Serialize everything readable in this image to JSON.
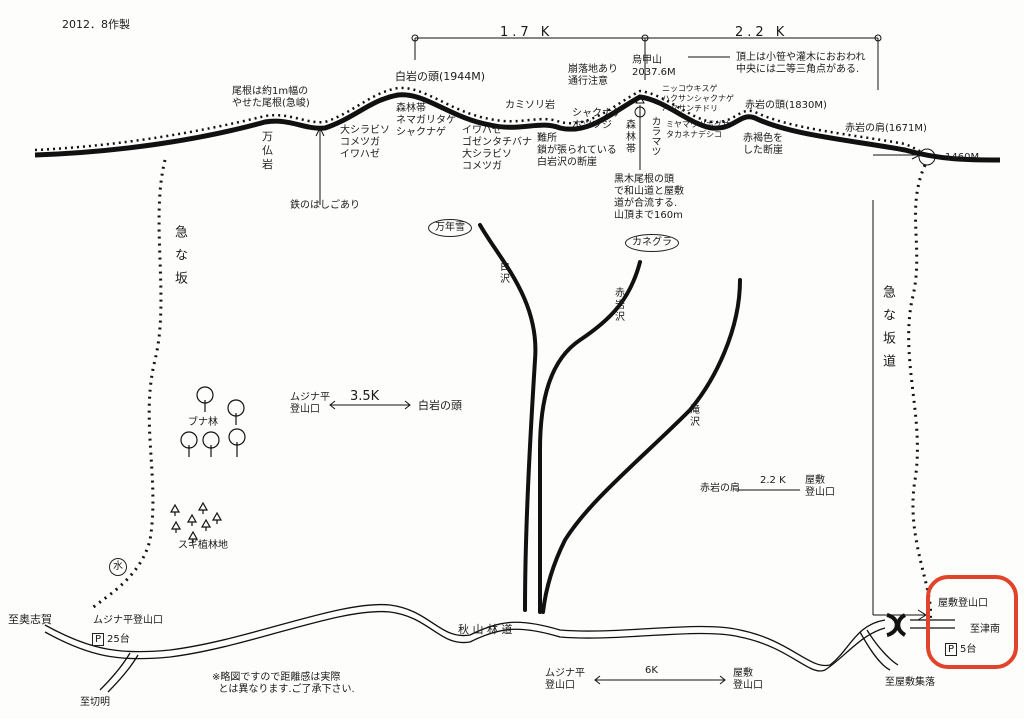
{
  "header": {
    "date": "2012．8作製"
  },
  "distances": {
    "top_left": "1.7 K",
    "top_right": "2.2 K",
    "mujina_shiraiwa": "3.5K",
    "akaiwa_yashiki": "2.2 K",
    "road": "6K"
  },
  "ridge": {
    "ridge_note": "尾根は約1m幅の\nやせた尾根(急峻)",
    "manbutsu": "万\n仏\n岩",
    "ladder": "鉄のはしごあり",
    "plants1": "大シラビソ\nコメツガ\nイワハゼ",
    "shiraiwa": "白岩の頭(1944M)",
    "plants2": "森林帯\nネマガリタケ\nシャクナゲ",
    "kamisori": "カミソリ岩",
    "plants3": "イワハゼ\nゴゼンタチバナ\n大シラビソ\nコメツガ",
    "nansho": "難所\n鎖が張られている\n白岩沢の断崖",
    "collapse": "崩落地あり\n通行注意",
    "plants4": "シャクナゲ\nホツツジ",
    "forest": "森\n林\n帯",
    "karamatsu": "カラマツ",
    "junction": "黒木尾根の頭\nで和山道と屋敷\n道が合流する.\n山頂まで160m",
    "summit": "烏甲山\n2037.6M",
    "summit_note": "頂上は小笹や灌木におおわれ\n中央には二等三角点がある.",
    "plants5": "ニッコウキスゲ\nハクサンシャクナゲ\nハクサンチドリ",
    "plants6": "ミヤマウツボグサ\nタカネナデシコ",
    "akaiwa_head": "赤岩の頭(1830M)",
    "cliff": "赤褐色を\nした断崖",
    "akaiwa_shoulder": "赤岩の肩(1671M)",
    "elev": "1460M"
  },
  "streams": {
    "mannen": "万年雪",
    "kanegura": "カネグラ",
    "shirasawa": "白\n沢",
    "akasawa": "赤\n岩\n沢",
    "takisawa": "滝\n沢"
  },
  "slopes": {
    "left": "急な坂",
    "right": "急な坂道"
  },
  "legend": {
    "beech": "ブナ林",
    "cedar": "スギ植林地",
    "water": "水"
  },
  "labels": {
    "mujina1": "ムジナ平\n登山口",
    "shiraiwa2": "白岩の頭",
    "akaiwa_shoulder2": "赤岩の肩",
    "yashiki1": "屋敷\n登山口",
    "to_okushiga": "至奥志賀",
    "mujina_trailhead": "ムジナ平登山口",
    "parking_left": "25台",
    "to_kirake": "至切明",
    "forest_road": "秋 山 林 道",
    "note": "※略図ですので距離感は実際\n  とは異なります.ご了承下さい.",
    "mujina2": "ムジナ平\n登山口",
    "yashiki2": "屋敷\n登山口",
    "to_yashiki_village": "至屋敷集落",
    "yashiki_trailhead": "屋敷登山口",
    "to_tsunan": "至津南",
    "parking_right": "5台",
    "parking_icon": "P"
  },
  "highlight_color": "#e0452c"
}
